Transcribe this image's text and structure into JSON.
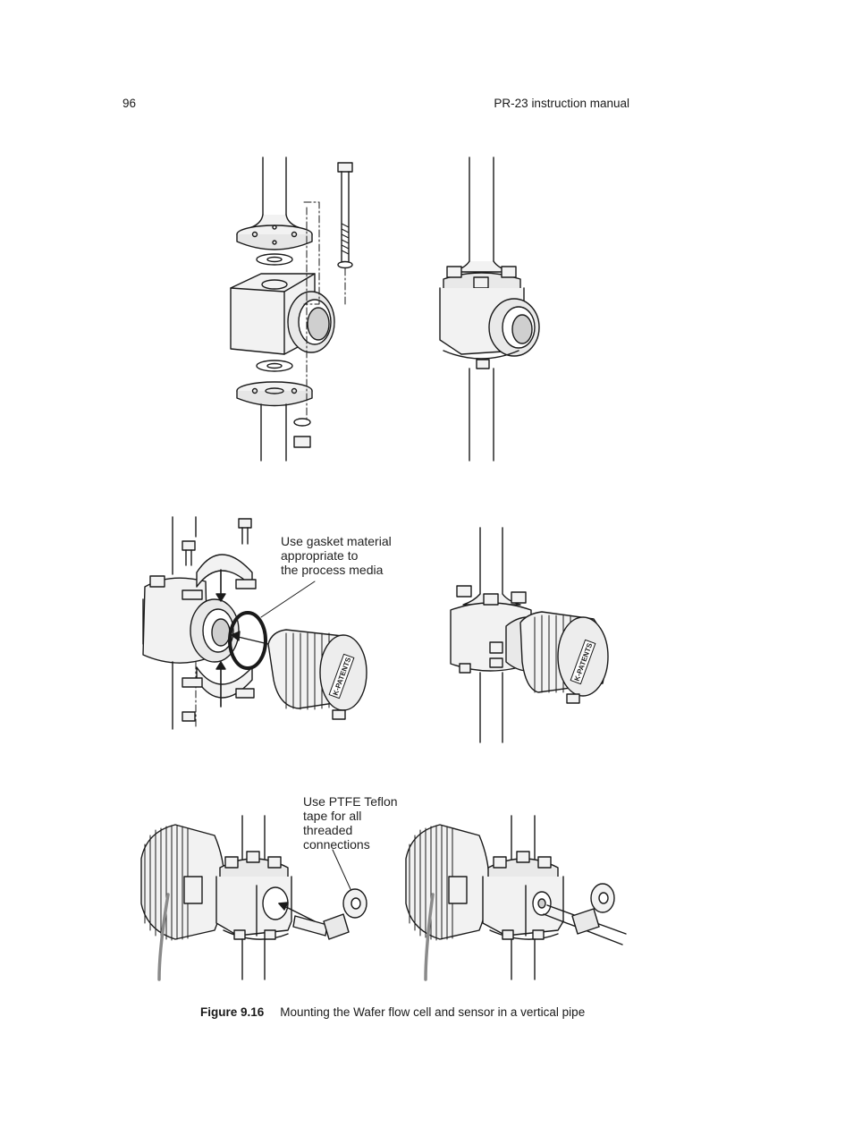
{
  "header": {
    "page_number": "96",
    "running_title": "PR-23 instruction manual"
  },
  "figure": {
    "callouts": {
      "gasket": "Use gasket material\nappropriate to\nthe process media",
      "ptfe": "Use PTFE Teflon\ntape for all\nthreaded\nconnections"
    },
    "brand_mark": "K-PATENTS",
    "caption_label": "Figure 9.16",
    "caption_text": "Mounting the Wafer flow cell and sensor in a vertical pipe"
  },
  "colors": {
    "ink": "#1a1a1a",
    "body_fill": "#f2f2f2",
    "shade": "#cfcfcf",
    "cable": "#8a8a8a"
  }
}
